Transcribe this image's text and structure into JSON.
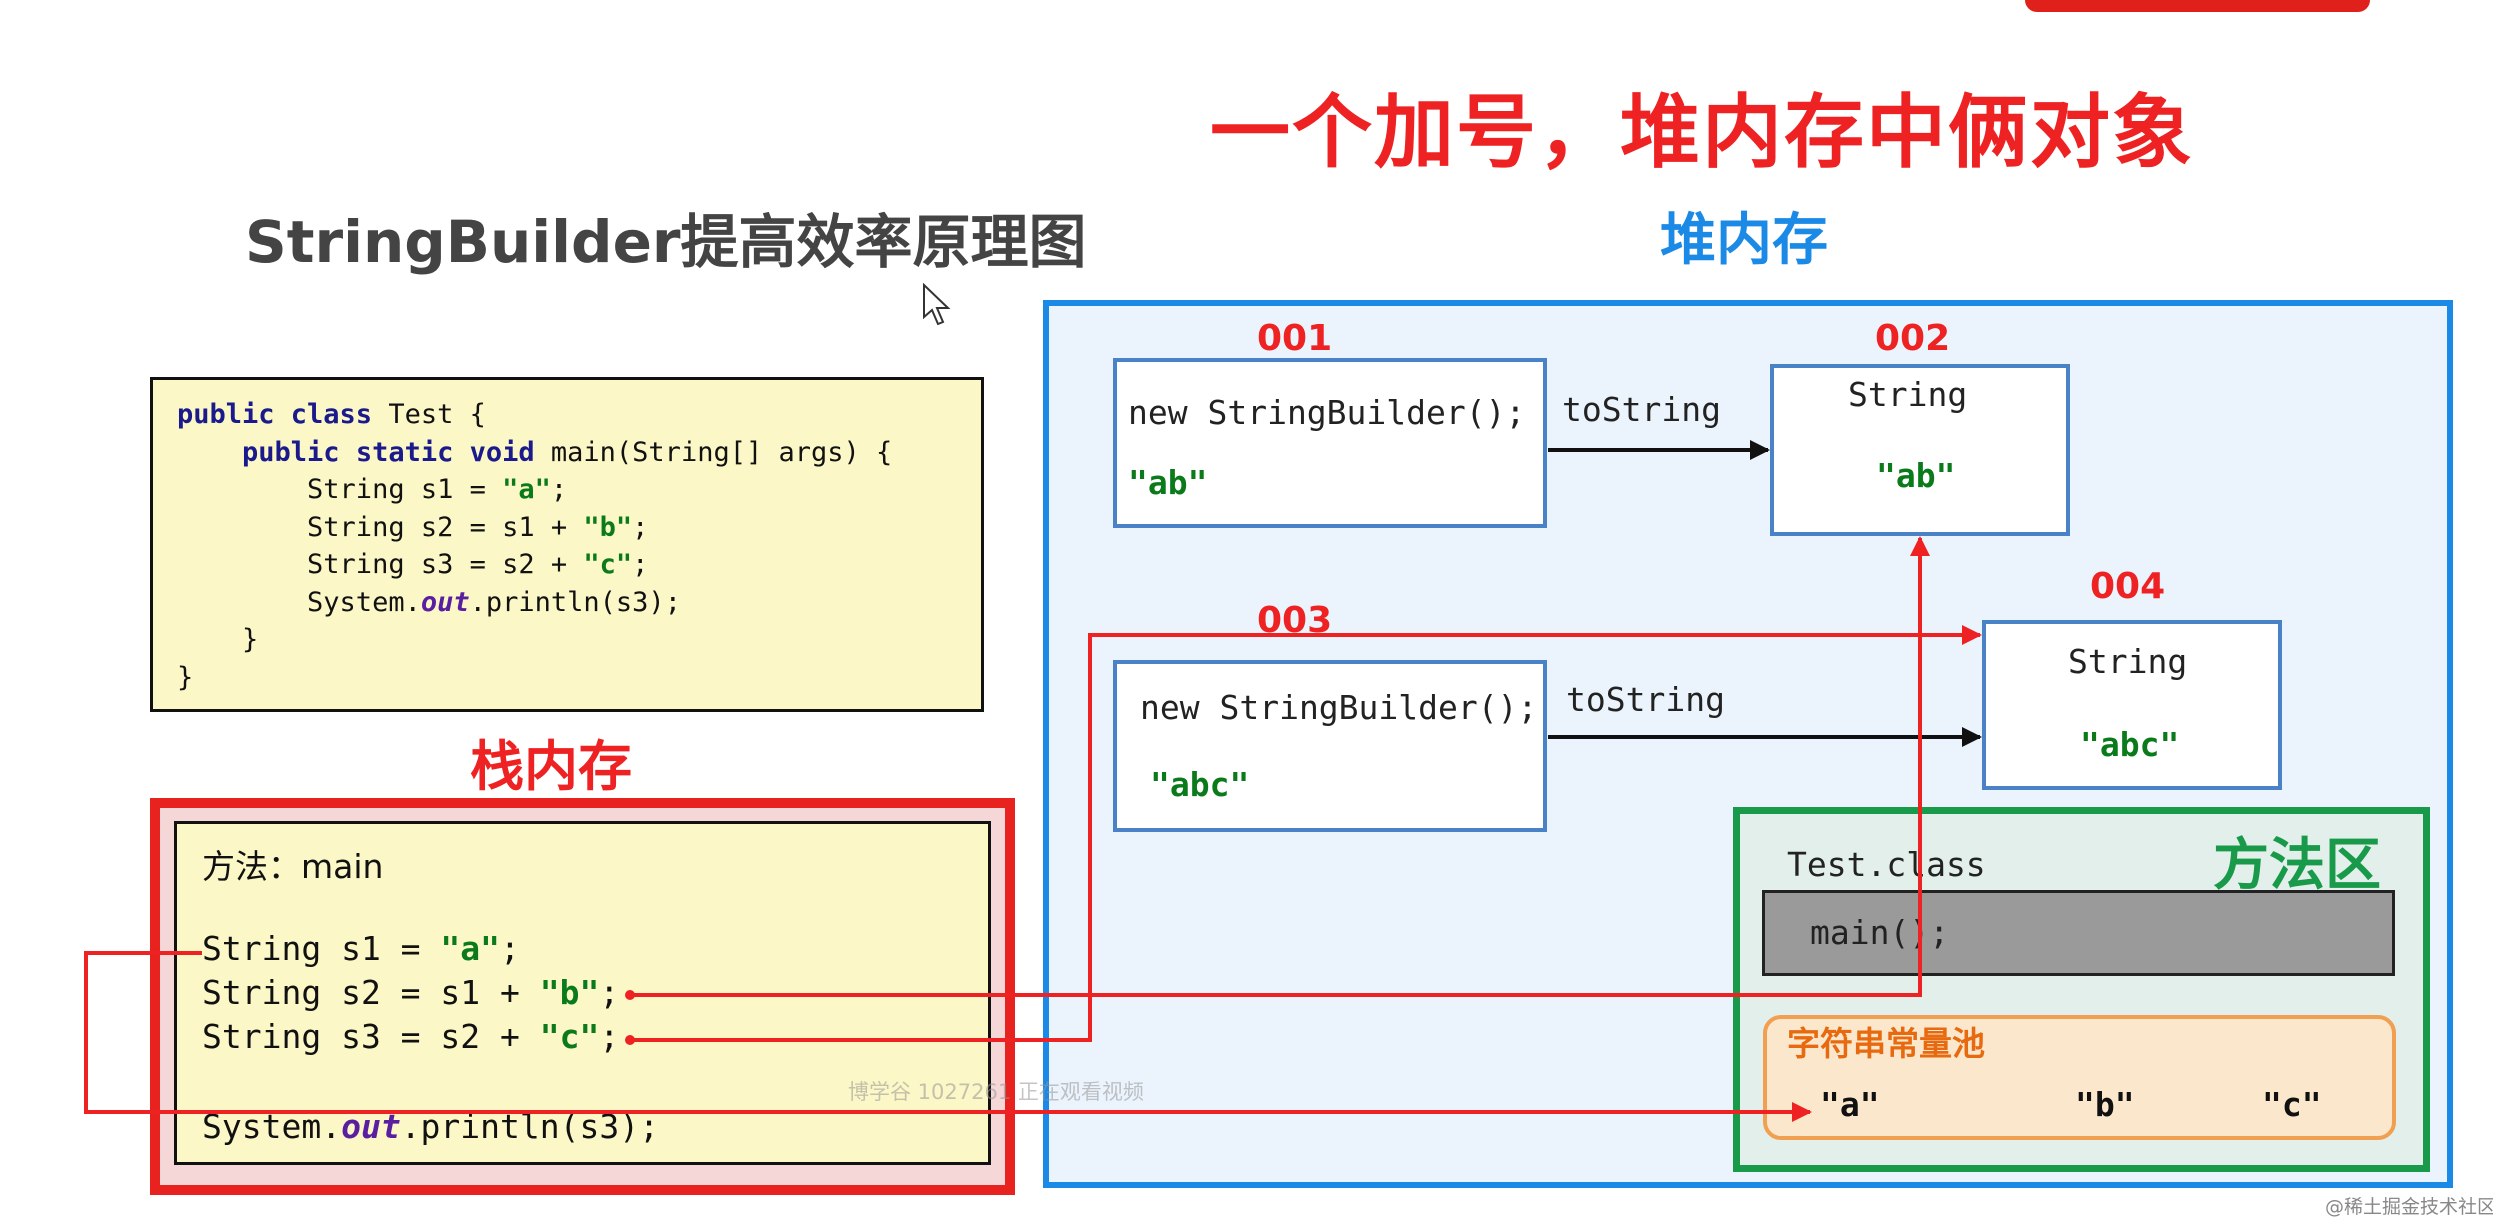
{
  "headline": "一个加号，堆内存中俩对象",
  "page_title": "StringBuilder提高效率原理图",
  "code": {
    "line1": {
      "kw": "public class",
      "rest": " Test {"
    },
    "line2": {
      "indent": "    ",
      "kw": "public static void",
      "rest": " main(String[] args) {"
    },
    "line3": {
      "pre": "        String s1 = ",
      "str": "\"a\"",
      "post": ";"
    },
    "line4": {
      "pre": "        String s2 = s1 + ",
      "str": "\"b\"",
      "post": ";"
    },
    "line5": {
      "pre": "        String s3 = s2 + ",
      "str": "\"c\"",
      "post": ";"
    },
    "line6": {
      "pre": "        System.",
      "it": "out",
      "post": ".println(s3);"
    },
    "line7": "    }",
    "line8": "}"
  },
  "stack": {
    "label": "栈内存",
    "method_line": "方法：main",
    "s1": {
      "pre": "String s1 = ",
      "str": "\"a\"",
      "post": ";"
    },
    "s2": {
      "pre": "String s2 = s1 + ",
      "str": "\"b\"",
      "post": ";"
    },
    "s3": {
      "pre": "String s3 = s2 + ",
      "str": "\"c\"",
      "post": ";"
    },
    "print": {
      "pre": "System.",
      "it": "out",
      "post": ".println(s3);"
    }
  },
  "heap": {
    "label": "堆内存",
    "obj001": {
      "addr": "001",
      "text": "new StringBuilder();",
      "value": "\"ab\""
    },
    "obj002": {
      "addr": "002",
      "type": "String",
      "value": "\"ab\""
    },
    "obj003": {
      "addr": "003",
      "text": "new StringBuilder();",
      "value": "\"abc\""
    },
    "obj004": {
      "addr": "004",
      "type": "String",
      "value": "\"abc\""
    },
    "to_string_1": "toString",
    "to_string_2": "toString"
  },
  "method_area": {
    "label": "方法区",
    "class_name": "Test.class",
    "main_method": "main();",
    "pool_label": "字符串常量池",
    "pool_values": [
      "\"a\"",
      "\"b\"",
      "\"c\""
    ]
  },
  "watermark": "博学谷 1027261 正在观看视频",
  "corner_mark": "@稀土掘金技术社区",
  "colors": {
    "red": "#ee2222",
    "heap_blue": "#1a8ae6",
    "method_green": "#189a4a",
    "string_green": "#0a7a1a",
    "pool_orange": "#f0a050"
  }
}
